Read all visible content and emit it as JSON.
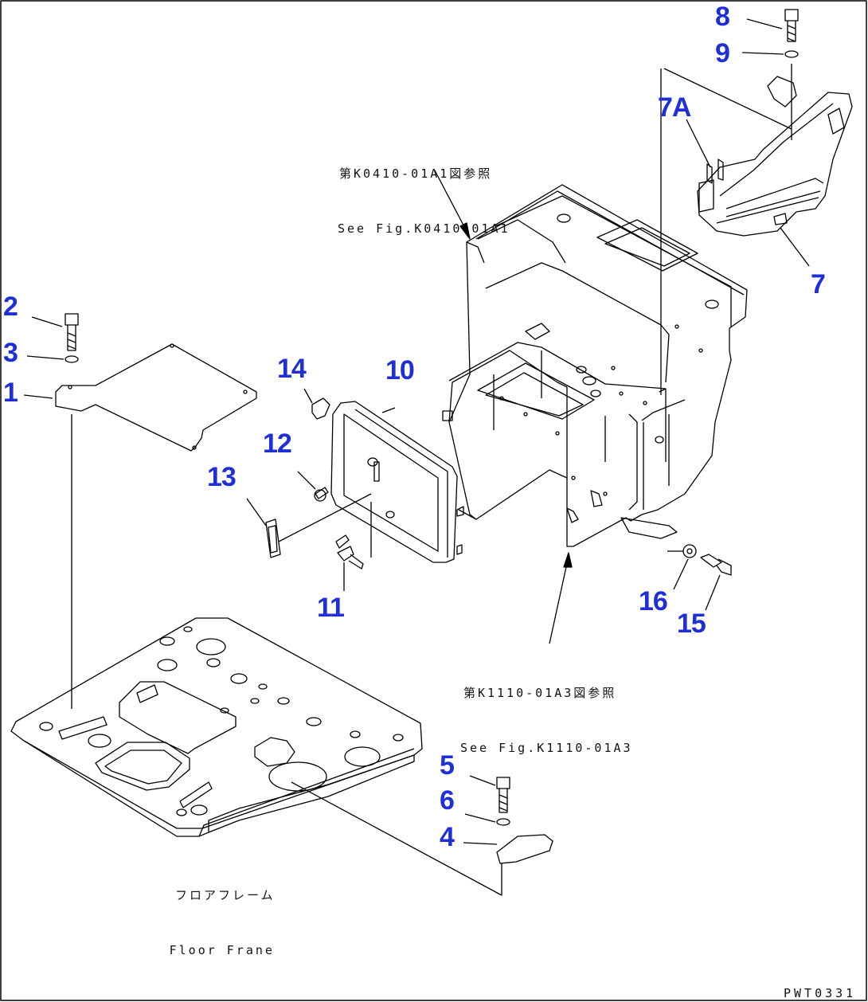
{
  "diagram": {
    "part_numbers": {
      "p1": "1",
      "p2": "2",
      "p3": "3",
      "p4": "4",
      "p5": "5",
      "p6": "6",
      "p7": "7",
      "p7a": "7A",
      "p8": "8",
      "p9": "9",
      "p10": "10",
      "p11": "11",
      "p12": "12",
      "p13": "13",
      "p14": "14",
      "p15": "15",
      "p16": "16"
    },
    "references": {
      "top_jp": "第K0410-01A1図参照",
      "top_en": "See Fig.K0410-01A1",
      "mid_jp": "第K1110-01A3図参照",
      "mid_en": "See Fig.K1110-01A3",
      "floor_jp": "フロアフレーム",
      "floor_en": "Floor Frane"
    },
    "drawing_code": "PWT0331",
    "colors": {
      "callout": "#1f2fd6",
      "line": "#000000"
    }
  }
}
